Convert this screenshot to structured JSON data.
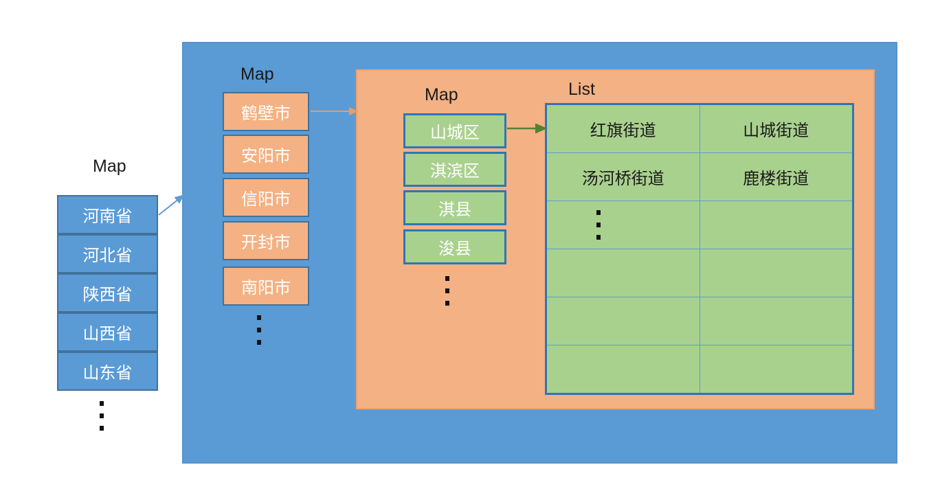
{
  "diagram": {
    "title_labels": {
      "provinces_map": "Map",
      "cities_map": "Map",
      "districts_map": "Map",
      "streets_list": "List"
    },
    "colors": {
      "blue_fill": "#5B9BD5",
      "blue_border": "#41719C",
      "orange_fill": "#F4B183",
      "green_fill": "#A9D18E",
      "green_border": "#2E75B6",
      "blue_arrow": "#5B9BD5",
      "orange_arrow": "#ED9B5E",
      "green_arrow": "#538135",
      "text_white": "#FFFFFF",
      "text_dark": "#1A1A1A"
    },
    "provinces": {
      "label": "Map",
      "items": [
        "河南省",
        "河北省",
        "陕西省",
        "山西省",
        "山东省"
      ],
      "ellipsis": true
    },
    "cities": {
      "label": "Map",
      "items": [
        "鹤壁市",
        "安阳市",
        "信阳市",
        "开封市",
        "南阳市"
      ],
      "ellipsis": true
    },
    "districts": {
      "label": "Map",
      "items": [
        "山城区",
        "淇滨区",
        "淇县",
        "浚县"
      ],
      "ellipsis": true
    },
    "streets": {
      "label": "List",
      "rows": [
        [
          "红旗街道",
          "山城街道"
        ],
        [
          "汤河桥街道",
          "鹿楼街道"
        ],
        [
          "__DOTS__",
          ""
        ],
        [
          "",
          ""
        ],
        [
          "",
          ""
        ],
        [
          "",
          ""
        ]
      ]
    },
    "arrows": [
      {
        "name": "province-to-city",
        "from": "河南省",
        "to": "cities-panel",
        "color": "#5B9BD5"
      },
      {
        "name": "city-to-district",
        "from": "鹤壁市",
        "to": "districts-panel",
        "color": "#ED9B5E"
      },
      {
        "name": "district-to-street",
        "from": "山城区",
        "to": "streets-list",
        "color": "#538135"
      }
    ]
  }
}
